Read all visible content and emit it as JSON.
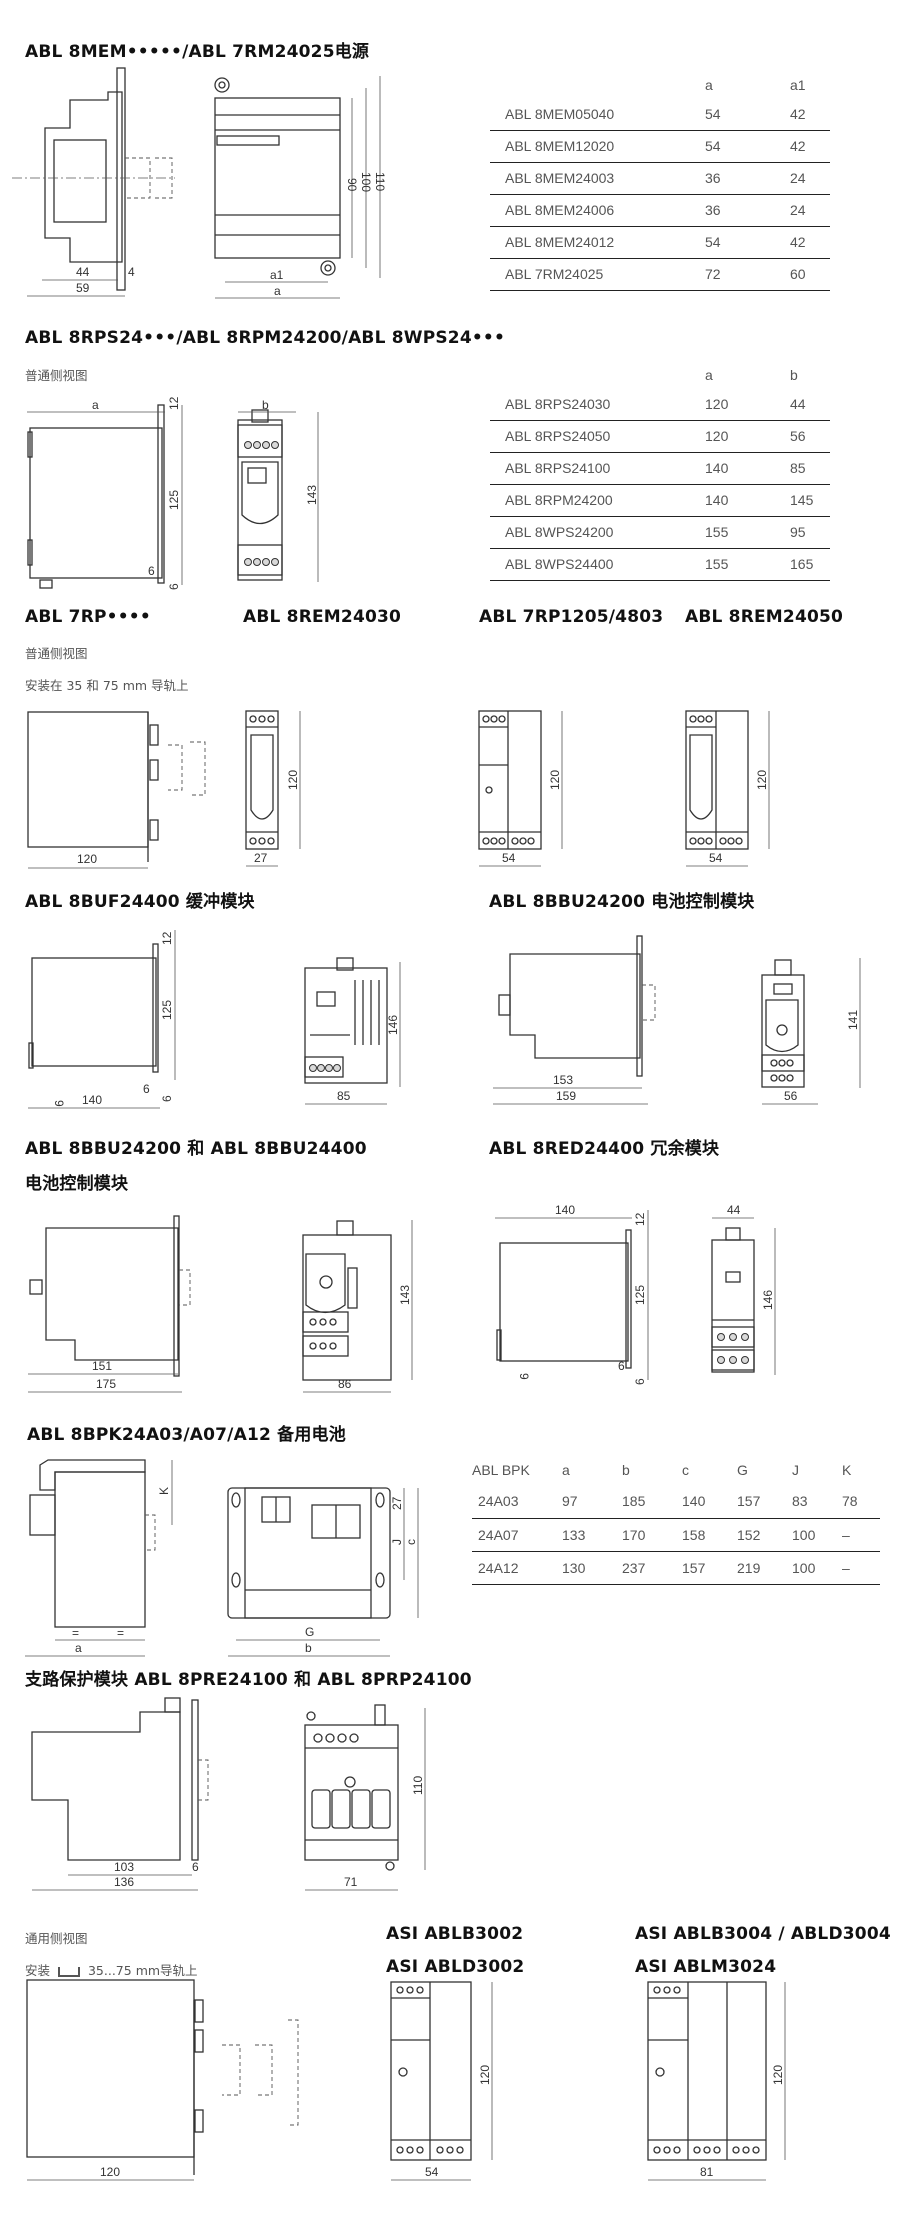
{
  "s1": {
    "title": "ABL 8MEM•••••/ABL 7RM24025电源",
    "table": {
      "headers": [
        "",
        "a",
        "a1"
      ],
      "rows": [
        [
          "ABL 8MEM05040",
          "54",
          "42"
        ],
        [
          "ABL 8MEM12020",
          "54",
          "42"
        ],
        [
          "ABL 8MEM24003",
          "36",
          "24"
        ],
        [
          "ABL 8MEM24006",
          "36",
          "24"
        ],
        [
          "ABL 8MEM24012",
          "54",
          "42"
        ],
        [
          "ABL 7RM24025",
          "72",
          "60"
        ]
      ]
    },
    "dims": {
      "d44": "44",
      "d4": "4",
      "d59": "59",
      "d90": "90",
      "d100": "100",
      "d110": "110",
      "a1": "a1",
      "a": "a"
    }
  },
  "s2": {
    "title": "ABL 8RPS24•••/ABL 8RPM24200/ABL 8WPS24•••",
    "subtitle": "普通侧视图",
    "table": {
      "headers": [
        "",
        "a",
        "b"
      ],
      "rows": [
        [
          "ABL 8RPS24030",
          "120",
          "44"
        ],
        [
          "ABL 8RPS24050",
          "120",
          "56"
        ],
        [
          "ABL 8RPS24100",
          "140",
          "85"
        ],
        [
          "ABL 8RPM24200",
          "140",
          "145"
        ],
        [
          "ABL 8WPS24200",
          "155",
          "95"
        ],
        [
          "ABL 8WPS24400",
          "155",
          "165"
        ]
      ]
    },
    "dims": {
      "a": "a",
      "d12": "12",
      "d125": "125",
      "d6a": "6",
      "d6b": "6",
      "b": "b",
      "d143": "143"
    }
  },
  "s3": {
    "titles": [
      "ABL 7RP••••",
      "ABL 8REM24030",
      "ABL 7RP1205/4803",
      "ABL 8REM24050"
    ],
    "subtitle1": "普通侧视图",
    "subtitle2": "安装在 35 和 75 mm 导轨上",
    "dims": {
      "w120": "120",
      "h120a": "120",
      "w27": "27",
      "h120b": "120",
      "w54a": "54",
      "h120c": "120",
      "w54b": "54"
    }
  },
  "s4": {
    "titles": [
      "ABL 8BUF24400 缓冲模块",
      "ABL 8BBU24200 电池控制模块"
    ],
    "dims": {
      "d12": "12",
      "d125": "125",
      "d9": "9",
      "d140": "140",
      "d6a": "6",
      "d6b": "6",
      "d146": "146",
      "d85": "85",
      "d153": "153",
      "d159": "159",
      "d141": "141",
      "d56": "56"
    }
  },
  "s5": {
    "title_line1": "ABL 8BBU24200 和 ABL 8BBU24400",
    "title_line2": "电池控制模块",
    "title_right": "ABL 8RED24400 冗余模块",
    "dims": {
      "d151": "151",
      "d175": "175",
      "d143": "143",
      "d86": "86",
      "d140": "140",
      "d12": "12",
      "d125": "125",
      "d9": "9",
      "d6a": "6",
      "d6b": "6",
      "d44": "44",
      "d146": "146"
    }
  },
  "s6": {
    "title": "ABL 8BPK24A03/A07/A12 备用电池",
    "table": {
      "headers": [
        "ABL BPK",
        "a",
        "b",
        "c",
        "G",
        "J",
        "K"
      ],
      "rows": [
        [
          "24A03",
          "97",
          "185",
          "140",
          "157",
          "83",
          "78"
        ],
        [
          "24A07",
          "133",
          "170",
          "158",
          "152",
          "100",
          "–"
        ],
        [
          "24A12",
          "130",
          "237",
          "157",
          "219",
          "100",
          "–"
        ]
      ]
    },
    "dims": {
      "K": "K",
      "eq1": "=",
      "eq2": "=",
      "a": "a",
      "d27": "27",
      "J": "J",
      "c": "c",
      "G": "G",
      "b": "b"
    }
  },
  "s7": {
    "title": "支路保护模块 ABL 8PRE24100 和 ABL 8PRP24100",
    "dims": {
      "d103": "103",
      "d6": "6",
      "d136": "136",
      "d110": "110",
      "d71": "71"
    }
  },
  "s8": {
    "subtitle1": "通用侧视图",
    "subtitle2_pre": "安装",
    "subtitle2_post": "35...75 mm导轨上",
    "titles_mid": [
      "ASI ABLB3002",
      "ASI ABLD3002"
    ],
    "titles_right": [
      "ASI ABLB3004 / ABLD3004",
      "ASI ABLM3024"
    ],
    "dims": {
      "w120": "120",
      "h120a": "120",
      "w54": "54",
      "h120b": "120",
      "w81": "81"
    }
  }
}
